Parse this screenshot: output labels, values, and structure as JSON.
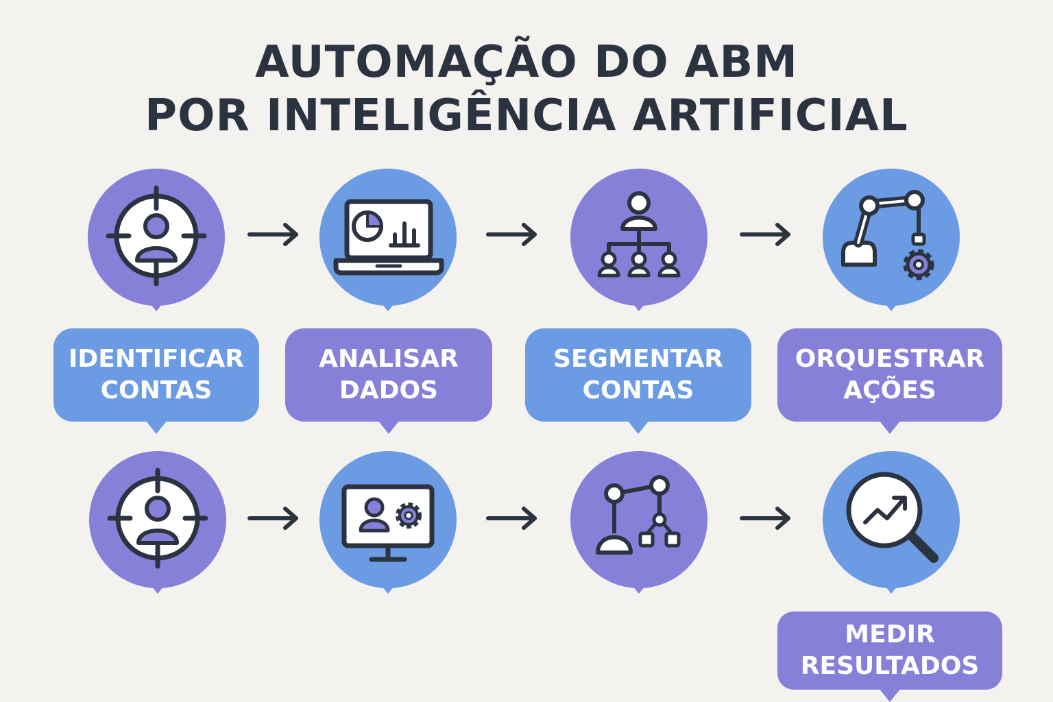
{
  "title": {
    "line1": "AUTOMAÇÃO DO ABM",
    "line2": "POR INTELIGÊNCIA ARTIFICIAL"
  },
  "colors": {
    "purple": "#8580d8",
    "blue": "#6b9be2",
    "ink": "#2b3340",
    "background": "#f4f2ee"
  },
  "icons": {
    "row1": [
      "target-user-icon",
      "laptop-chart-icon",
      "org-hierarchy-icon",
      "robotic-arm-gear-icon"
    ],
    "row2": [
      "target-user-icon",
      "monitor-user-gear-icon",
      "workflow-network-icon",
      "magnifier-growth-icon"
    ]
  },
  "labels": [
    {
      "line1": "IDENTIFICAR",
      "line2": "CONTAS"
    },
    {
      "line1": "ANALISAR",
      "line2": "DADOS"
    },
    {
      "line1": "SEGMENTAR",
      "line2": "CONTAS"
    },
    {
      "line1": "ORQUESTRAR",
      "line2": "AÇÕES"
    },
    {
      "line1": "MEDIR",
      "line2": "RESULTADOS"
    }
  ]
}
